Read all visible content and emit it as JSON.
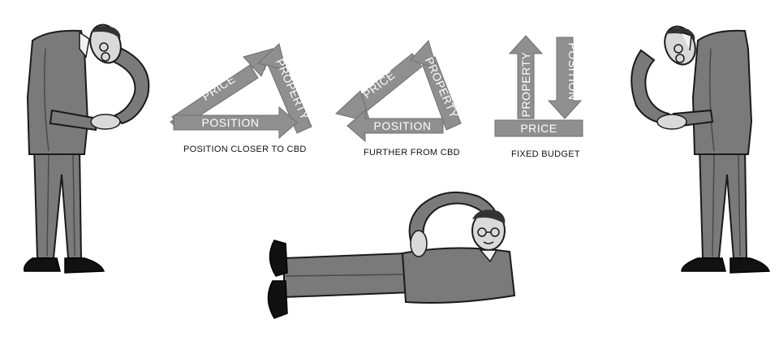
{
  "colors": {
    "arrow_fill": "#8f8f8f",
    "arrow_stroke": "#6f6f6f",
    "suit": "#7a7a7a",
    "suit_dark": "#4a4a4a",
    "outline": "#1a1a1a",
    "skin": "#d9d9d9",
    "shirt": "#f2f2f2",
    "shoe": "#111111"
  },
  "diagrams": [
    {
      "id": "closer",
      "caption": "POSITION CLOSER TO CBD",
      "arrows": {
        "price": "PRICE",
        "property": "PROPERTY",
        "position": "POSITION"
      }
    },
    {
      "id": "further",
      "caption": "FURTHER FROM CBD",
      "arrows": {
        "price": "PRICE",
        "property": "PROPERTY",
        "position": "POSITION"
      }
    },
    {
      "id": "fixed",
      "caption": "FIXED BUDGET",
      "arrows": {
        "property": "PROPERTY",
        "position": "POSITION",
        "price": "PRICE"
      }
    }
  ],
  "figures": [
    {
      "name": "man-letter-p-left",
      "letter": "P"
    },
    {
      "name": "man-letter-o-center",
      "letter": "O"
    },
    {
      "name": "man-letter-p-right",
      "letter": "P"
    }
  ]
}
